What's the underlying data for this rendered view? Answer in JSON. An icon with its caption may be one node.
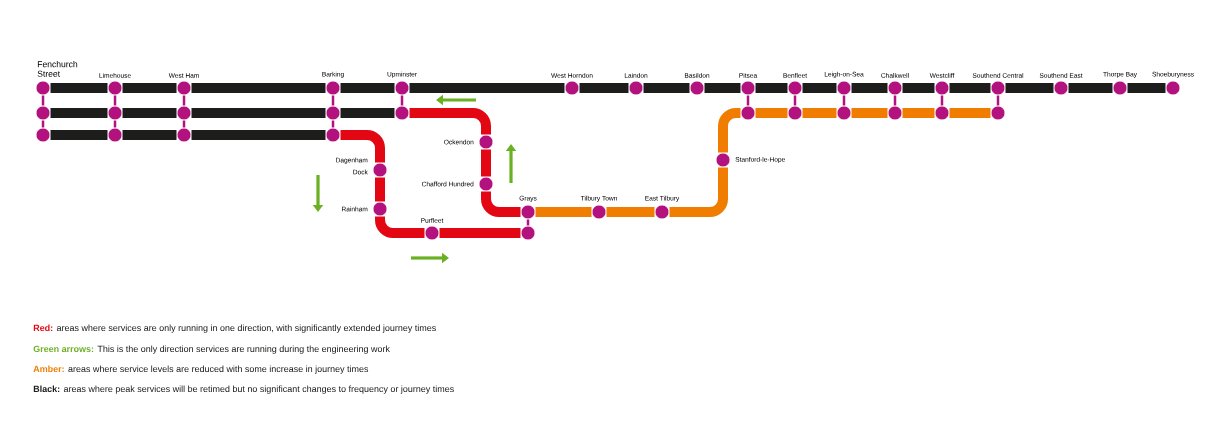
{
  "diagram": {
    "nodes": [
      {
        "text": [],
        "shape": "circle",
        "beside": [
          "Fenchurch Street"
        ]
      },
      {
        "text": [],
        "shape": "circle",
        "beside": [
          "Limehouse"
        ]
      },
      {
        "text": [],
        "shape": "circle",
        "beside": [
          "West Ham"
        ]
      },
      {
        "text": [],
        "shape": "circle",
        "beside": [
          "Barking"
        ]
      },
      {
        "text": [],
        "shape": "circle",
        "beside": [
          "Upminster"
        ]
      },
      {
        "text": [],
        "shape": "circle",
        "beside": [
          "West Horndon"
        ]
      },
      {
        "text": [],
        "shape": "circle",
        "beside": [
          "Laindon"
        ]
      },
      {
        "text": [],
        "shape": "circle",
        "beside": [
          "Basildon"
        ]
      },
      {
        "text": [],
        "shape": "circle",
        "beside": [
          "Pitsea"
        ]
      },
      {
        "text": [],
        "shape": "circle",
        "beside": [
          "Benfleet"
        ]
      },
      {
        "text": [],
        "shape": "circle",
        "beside": [
          "Leigh-on-Sea"
        ]
      },
      {
        "text": [],
        "shape": "circle",
        "beside": [
          "Chalkwell"
        ]
      },
      {
        "text": [],
        "shape": "circle",
        "beside": [
          "Westcliff"
        ]
      },
      {
        "text": [],
        "shape": "circle",
        "beside": [
          "Southend Central"
        ]
      },
      {
        "text": [],
        "shape": "circle",
        "beside": [
          "Southend East"
        ]
      },
      {
        "text": [],
        "shape": "circle",
        "beside": [
          "Thorpe Bay"
        ]
      },
      {
        "text": [],
        "shape": "circle",
        "beside": [
          "Shoeburyness"
        ]
      },
      {
        "text": [],
        "shape": "circle"
      },
      {
        "text": [],
        "shape": "circle"
      },
      {
        "text": [],
        "shape": "circle"
      },
      {
        "text": [],
        "shape": "circle"
      },
      {
        "text": [],
        "shape": "circle"
      },
      {
        "text": [],
        "shape": "circle"
      },
      {
        "text": [],
        "shape": "circle"
      },
      {
        "text": [],
        "shape": "circle"
      },
      {
        "text": [],
        "shape": "circle"
      },
      {
        "text": [],
        "shape": "circle"
      },
      {
        "text": [],
        "shape": "circle"
      },
      {
        "text": [],
        "shape": "circle"
      },
      {
        "text": [],
        "shape": "circle"
      },
      {
        "text": [],
        "shape": "circle"
      },
      {
        "text": [],
        "shape": "circle"
      },
      {
        "text": [],
        "shape": "circle",
        "beside": [
          "Ockendon"
        ]
      },
      {
        "text": [],
        "shape": "circle",
        "beside": [
          "Dagenham Dock"
        ]
      },
      {
        "text": [],
        "shape": "circle",
        "beside": [
          "Stanford-le-Hope"
        ]
      },
      {
        "text": [],
        "shape": "circle",
        "beside": [
          "Chafford Hundred"
        ]
      },
      {
        "text": [],
        "shape": "circle",
        "beside": [
          "Rainham"
        ]
      },
      {
        "text": [],
        "shape": "circle",
        "beside": [
          "Grays"
        ]
      },
      {
        "text": [],
        "shape": "circle",
        "beside": [
          "Tilbury Town"
        ]
      },
      {
        "text": [],
        "shape": "circle",
        "beside": [
          "East Tilbury"
        ]
      },
      {
        "text": [],
        "shape": "circle",
        "beside": [
          "Purfleet"
        ]
      },
      {
        "text": [],
        "shape": "circle"
      }
    ],
    "edges": [
      {
        "from": 0,
        "to": 1,
        "arrow": "none"
      },
      {
        "from": 1,
        "to": 2,
        "arrow": "none"
      },
      {
        "from": 2,
        "to": 3,
        "arrow": "none"
      },
      {
        "from": 3,
        "to": 4,
        "arrow": "none"
      },
      {
        "from": 4,
        "to": 5,
        "arrow": "none"
      },
      {
        "from": 5,
        "to": 6,
        "arrow": "none"
      },
      {
        "from": 6,
        "to": 7,
        "arrow": "none"
      },
      {
        "from": 7,
        "to": 8,
        "arrow": "none"
      },
      {
        "from": 8,
        "to": 9,
        "arrow": "none"
      },
      {
        "from": 9,
        "to": 10,
        "arrow": "none"
      },
      {
        "from": 10,
        "to": 11,
        "arrow": "none"
      },
      {
        "from": 11,
        "to": 12,
        "arrow": "none"
      },
      {
        "from": 12,
        "to": 13,
        "arrow": "none"
      },
      {
        "from": 13,
        "to": 14,
        "arrow": "none"
      },
      {
        "from": 14,
        "to": 15,
        "arrow": "none"
      },
      {
        "from": 15,
        "to": 16,
        "arrow": "none"
      },
      {
        "from": 17,
        "to": 18,
        "arrow": "none"
      },
      {
        "from": 18,
        "to": 19,
        "arrow": "none"
      },
      {
        "from": 19,
        "to": 20,
        "arrow": "none"
      },
      {
        "from": 20,
        "to": 21,
        "arrow": "none"
      },
      {
        "from": 28,
        "to": 29,
        "arrow": "none"
      },
      {
        "from": 29,
        "to": 30,
        "arrow": "none"
      },
      {
        "from": 30,
        "to": 31,
        "arrow": "none"
      },
      {
        "from": 21,
        "to": 32,
        "arrow": "none",
        "color": "#e30613"
      },
      {
        "from": 32,
        "to": 35,
        "arrow": "none",
        "color": "#e30613"
      },
      {
        "from": 35,
        "to": 37,
        "arrow": "none",
        "color": "#e30613"
      },
      {
        "from": 31,
        "to": 33,
        "arrow": "none",
        "color": "#e30613"
      },
      {
        "from": 33,
        "to": 36,
        "arrow": "none",
        "color": "#e30613"
      },
      {
        "from": 36,
        "to": 40,
        "arrow": "none",
        "color": "#e30613"
      },
      {
        "from": 40,
        "to": 41,
        "arrow": "none",
        "color": "#e30613"
      },
      {
        "from": 37,
        "to": 38,
        "arrow": "none",
        "color": "#f07d00"
      },
      {
        "from": 38,
        "to": 39,
        "arrow": "none",
        "color": "#f07d00"
      },
      {
        "from": 39,
        "to": 34,
        "arrow": "none",
        "color": "#f07d00"
      },
      {
        "from": 34,
        "to": 22,
        "arrow": "none",
        "color": "#f07d00"
      },
      {
        "from": 22,
        "to": 23,
        "arrow": "none",
        "color": "#f07d00"
      },
      {
        "from": 23,
        "to": 24,
        "arrow": "none",
        "color": "#f07d00"
      },
      {
        "from": 24,
        "to": 25,
        "arrow": "none",
        "color": "#f07d00"
      },
      {
        "from": 25,
        "to": 26,
        "arrow": "none",
        "color": "#f07d00"
      },
      {
        "from": 26,
        "to": 27,
        "arrow": "none",
        "color": "#f07d00"
      },
      {
        "from": 0,
        "to": 17,
        "arrow": "none",
        "color": "#b3127e"
      },
      {
        "from": 17,
        "to": 28,
        "arrow": "none",
        "color": "#b3127e"
      },
      {
        "from": 1,
        "to": 18,
        "arrow": "none",
        "color": "#b3127e"
      },
      {
        "from": 18,
        "to": 29,
        "arrow": "none",
        "color": "#b3127e"
      },
      {
        "from": 2,
        "to": 19,
        "arrow": "none",
        "color": "#b3127e"
      },
      {
        "from": 19,
        "to": 30,
        "arrow": "none",
        "color": "#b3127e"
      },
      {
        "from": 3,
        "to": 20,
        "arrow": "none",
        "color": "#b3127e"
      },
      {
        "from": 20,
        "to": 31,
        "arrow": "none",
        "color": "#b3127e"
      },
      {
        "from": 4,
        "to": 21,
        "arrow": "none",
        "color": "#b3127e"
      },
      {
        "from": 8,
        "to": 22,
        "arrow": "none",
        "color": "#b3127e"
      },
      {
        "from": 9,
        "to": 23,
        "arrow": "none",
        "color": "#b3127e"
      },
      {
        "from": 10,
        "to": 24,
        "arrow": "none",
        "color": "#b3127e"
      },
      {
        "from": 11,
        "to": 25,
        "arrow": "none",
        "color": "#b3127e"
      },
      {
        "from": 12,
        "to": 26,
        "arrow": "none",
        "color": "#b3127e"
      },
      {
        "from": 13,
        "to": 27,
        "arrow": "none",
        "color": "#b3127e"
      },
      {
        "from": 37,
        "to": 41,
        "arrow": "none",
        "color": "#b3127e"
      }
    ],
    "labels": [
      "areas where services are only running in one direction, with significantly extended journey times",
      "This is the only direction services are running during the engineering work",
      "areas where service levels are reduced with some increase in journey times",
      "areas where peak services will be retimed but no significant changes to frequency or journey times"
    ],
    "legend": [
      {
        "text": "Red:",
        "color": "#e30613"
      },
      {
        "text": "Green arrows:",
        "color": "#6ab023"
      },
      {
        "text": "Amber:",
        "color": "#f07d00"
      },
      {
        "text": "Black:",
        "color": "#1d1d1b"
      }
    ]
  }
}
